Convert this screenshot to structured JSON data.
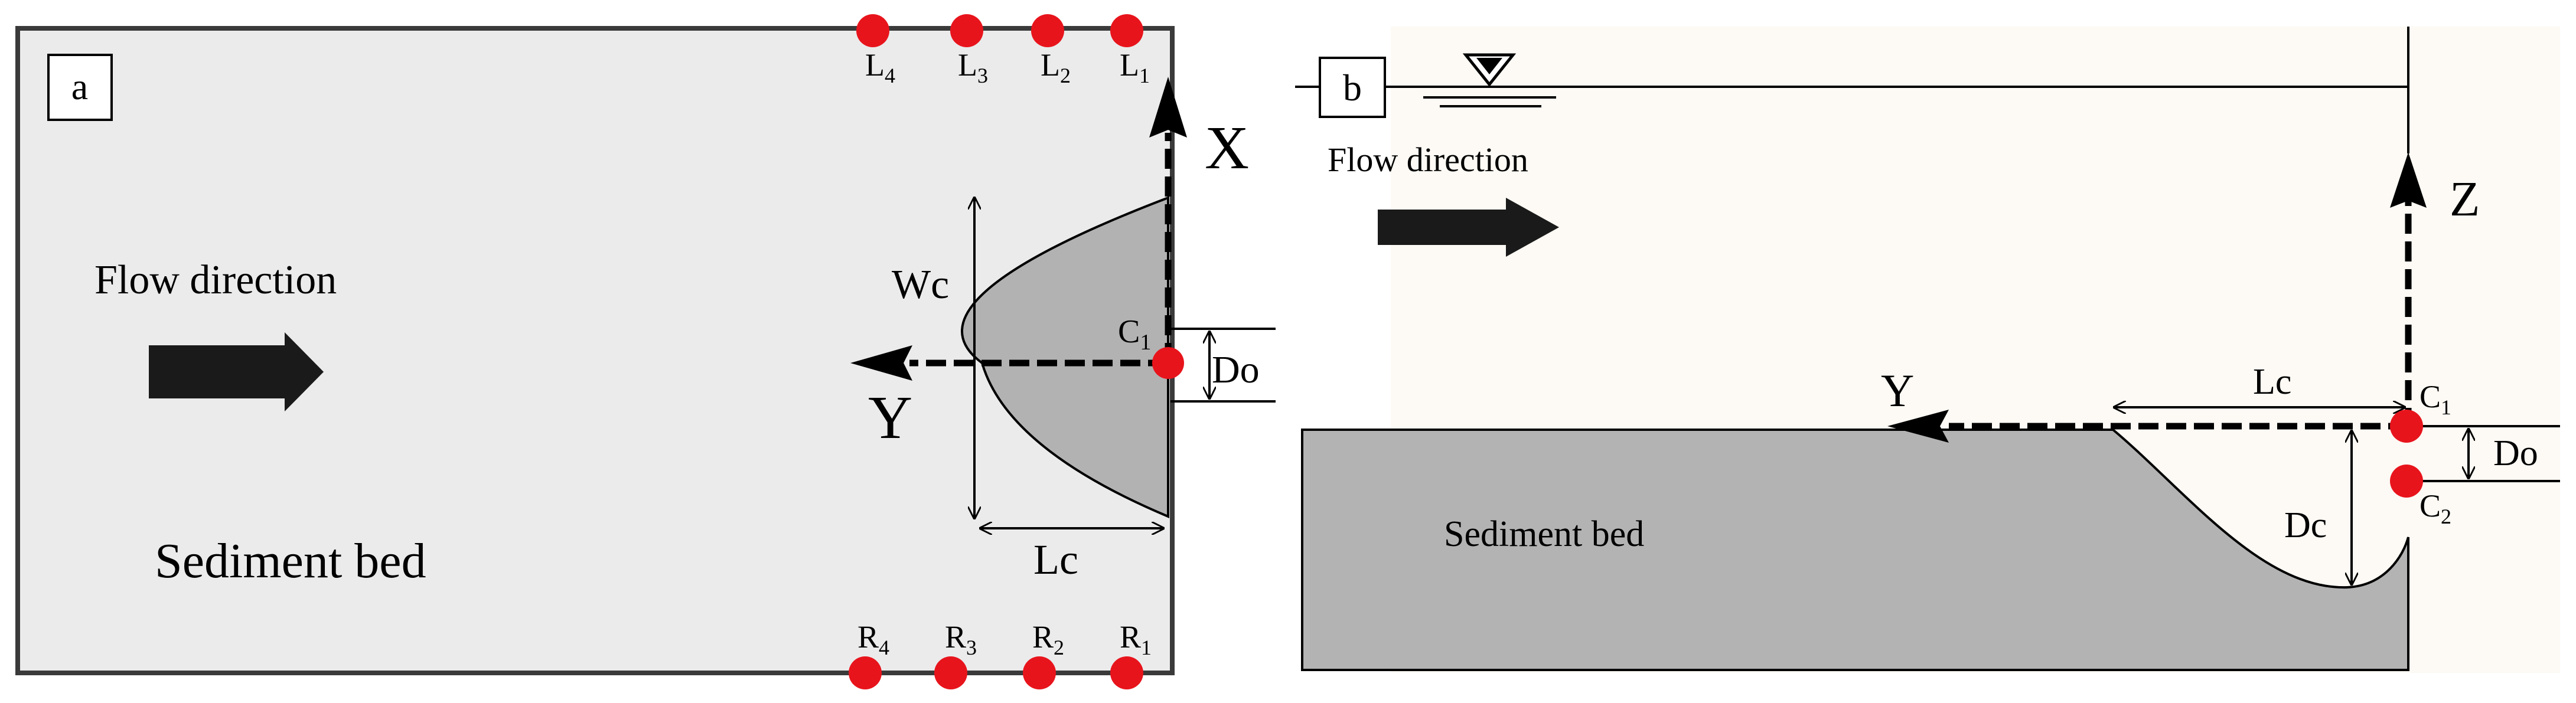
{
  "panel_a": {
    "label": "a",
    "flow_label": "Flow direction",
    "bed_label": "Sediment bed",
    "axis_x": "X",
    "axis_y": "Y",
    "dim_width": "Wc",
    "dim_length": "Lc",
    "dim_offset": "Do",
    "point_c1": {
      "base": "C",
      "sub": "1"
    },
    "left_points": [
      {
        "base": "L",
        "sub": "4"
      },
      {
        "base": "L",
        "sub": "3"
      },
      {
        "base": "L",
        "sub": "2"
      },
      {
        "base": "L",
        "sub": "1"
      }
    ],
    "right_points": [
      {
        "base": "R",
        "sub": "4"
      },
      {
        "base": "R",
        "sub": "3"
      },
      {
        "base": "R",
        "sub": "2"
      },
      {
        "base": "R",
        "sub": "1"
      }
    ]
  },
  "panel_b": {
    "label": "b",
    "flow_label": "Flow direction",
    "bed_label": "Sediment bed",
    "axis_z": "Z",
    "axis_y": "Y",
    "dim_length": "Lc",
    "dim_depth": "Dc",
    "dim_offset": "Do",
    "point_c1": {
      "base": "C",
      "sub": "1"
    },
    "point_c2": {
      "base": "C",
      "sub": "2"
    }
  },
  "colors": {
    "panel_a_background": "#ebebeb",
    "panel_b_background": "#fdf9f4",
    "scour_fill": "#b2b2b2",
    "bed_fill": "#b3b3b3",
    "measurement_point": "#e8141c",
    "line": "#000000",
    "arrow": "#1a1a1a"
  },
  "icons": {
    "flow_arrow": "thick-right-arrow-icon",
    "water_surface": "inverted-triangle-water-level-icon"
  }
}
